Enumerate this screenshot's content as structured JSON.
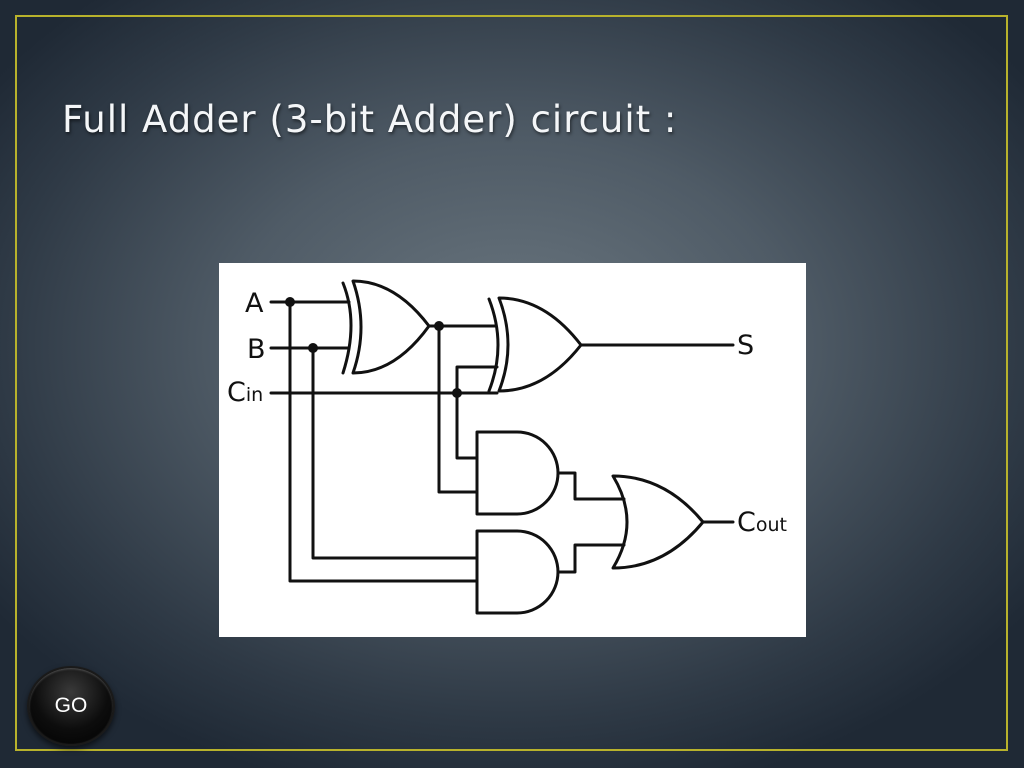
{
  "slide": {
    "title": "Full Adder (3-bit Adder) circuit :"
  },
  "circuit": {
    "inputs": {
      "a": "A",
      "b": "B",
      "c_main": "C",
      "c_sub": "in"
    },
    "outputs": {
      "sum": "S",
      "carry_main": "C",
      "carry_sub": "out"
    },
    "gates": [
      "xor",
      "xor",
      "and",
      "and",
      "or"
    ]
  },
  "navigation": {
    "go_label": "GO"
  }
}
